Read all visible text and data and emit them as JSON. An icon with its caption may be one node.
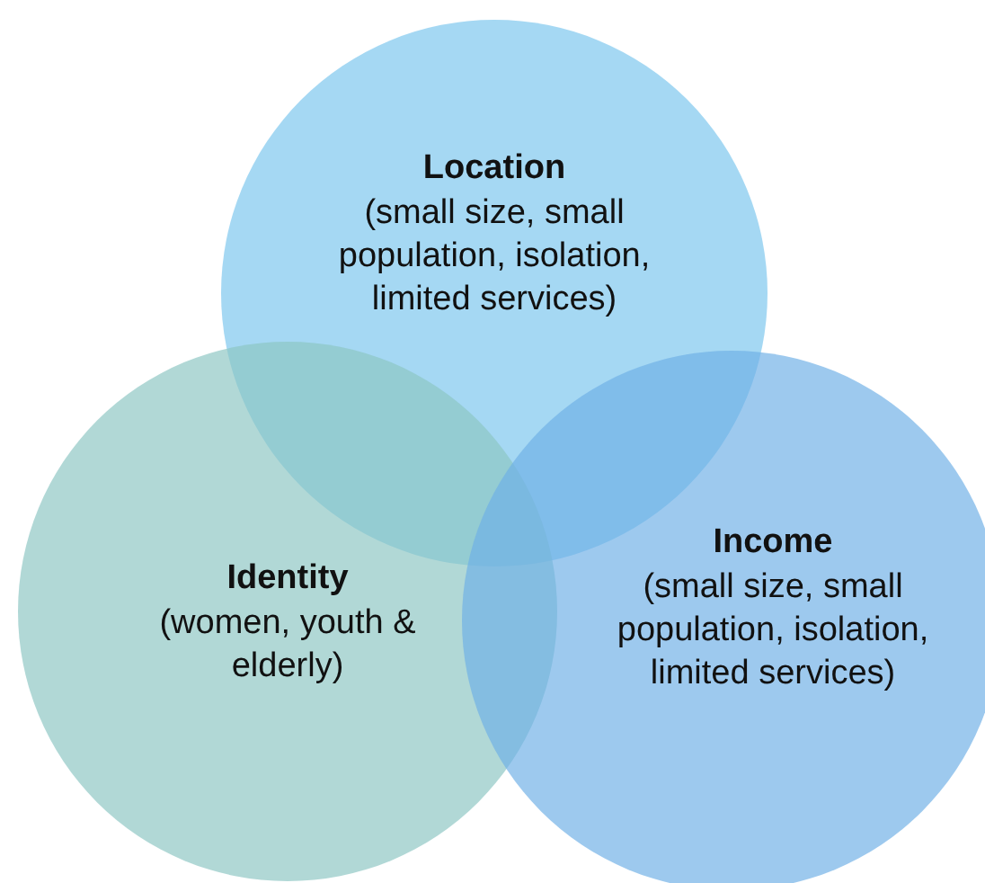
{
  "diagram": {
    "nodes": [
      {
        "text": [
          "Location",
          "(small size, small population, isolation, limited services)"
        ]
      },
      {
        "text": [
          "Identity",
          "(women, youth & elderly)"
        ]
      },
      {
        "text": [
          "Income",
          "(small size, small population, isolation, limited services)"
        ]
      }
    ]
  }
}
